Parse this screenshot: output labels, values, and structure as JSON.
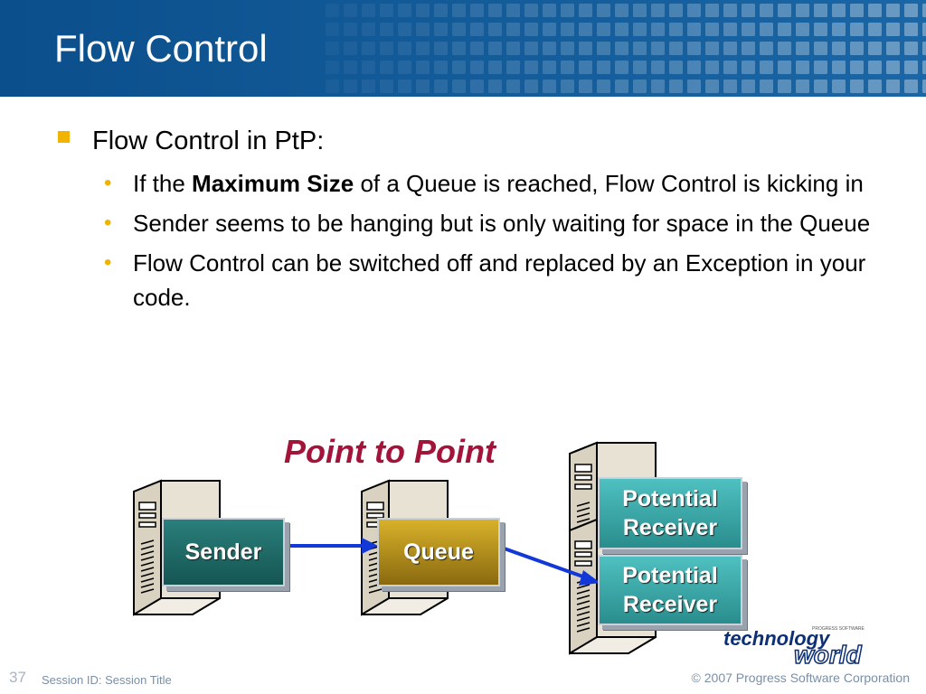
{
  "slide": {
    "title": "Flow Control"
  },
  "content": {
    "bullet_main": "Flow Control in PtP:",
    "sub1_pre": "If the ",
    "sub1_bold": "Maximum Size",
    "sub1_post": " of a Queue is reached, Flow Control is kicking in",
    "sub2": "Sender seems to be hanging but is only waiting for space in the Queue",
    "sub3": "Flow Control can be switched off and replaced by an Exception in your code."
  },
  "diagram": {
    "title": "Point to Point",
    "sender": "Sender",
    "queue": "Queue",
    "receiver1_line1": "Potential",
    "receiver1_line2": "Receiver",
    "receiver2_line1": "Potential",
    "receiver2_line2": "Receiver"
  },
  "logo": {
    "small_text": "PROGRESS SOFTWARE",
    "word1": "technology",
    "word2": "world"
  },
  "footer": {
    "page_number": "37",
    "session": "Session ID: Session Title",
    "copyright": "© 2007 Progress Software Corporation"
  },
  "colors": {
    "header": "#125a98",
    "bullet": "#f0b400",
    "diagram_title": "#a3143b",
    "sender_box": "#1f6b6b",
    "queue_box": "#c49b1a",
    "receiver_box": "#3aa3a3",
    "arrow": "#1238d8"
  }
}
